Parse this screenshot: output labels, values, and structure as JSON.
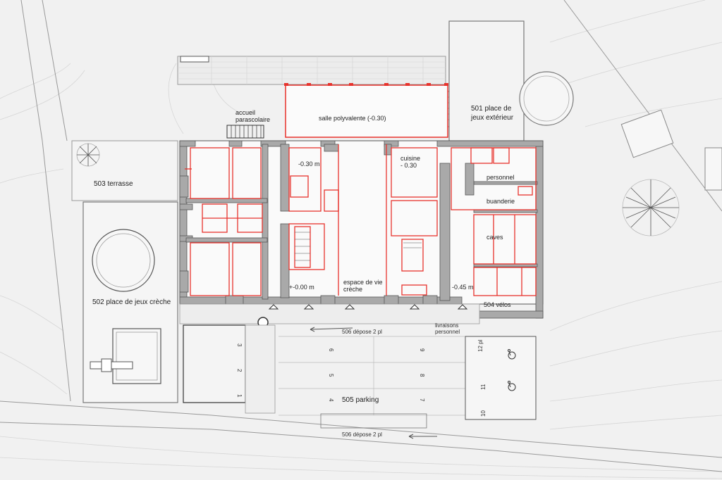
{
  "labels": {
    "accueil_parascolaire": [
      "accueil",
      "parascolaire"
    ],
    "salle_polyvalente": "salle polyvalente   (-0.30)",
    "place_jeux_exterieur": [
      "501 place de",
      "jeux extérieur"
    ],
    "terrasse": "503 terrasse",
    "place_jeux_creche": "502 place de jeux crèche",
    "minus_030_m": "-0.30 m",
    "cuisine": [
      "cuisine",
      "- 0.30"
    ],
    "personnel": "personnel",
    "buanderie": "buanderie",
    "caves": "caves",
    "espace_vie_creche": [
      "espace de vie",
      "crèche"
    ],
    "minus_000_m": "+-0.00 m",
    "minus_045_m": "-0.45 m",
    "velos": "504 vélos",
    "depose_top": "506 dépose 2 pl",
    "livraisons": [
      "livraisons",
      "personnel"
    ],
    "parking": "505 parking",
    "depose_bottom": "506 dépose 2 pl"
  },
  "parking_numbers": {
    "left_column": [
      "3",
      "2",
      "1"
    ],
    "center_left": [
      "6",
      "5",
      "4"
    ],
    "center_right": [
      "9",
      "8",
      "7"
    ],
    "right_column": [
      "12 pl",
      "11",
      "10"
    ]
  },
  "colors": {
    "background": "#f1f1f1",
    "wall": "#a9a9a9",
    "red_line": "#e8322c",
    "line": "#555555",
    "faint": "#c8c8c8"
  },
  "icons": [
    "tree-icon",
    "wheelchair-icon"
  ]
}
